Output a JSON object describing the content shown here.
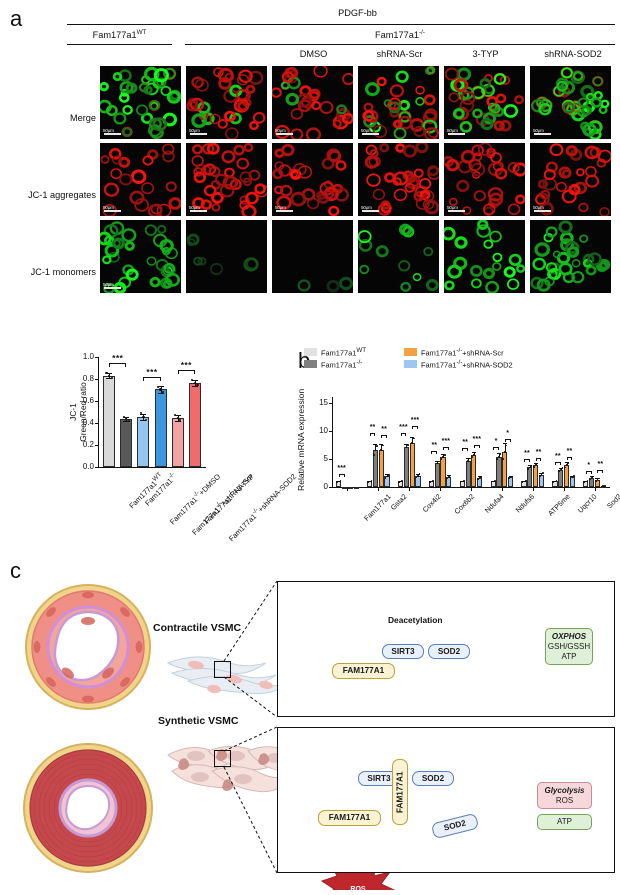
{
  "panels": {
    "a": {
      "letter": "a"
    },
    "b": {
      "letter": "b"
    },
    "c": {
      "letter": "c"
    }
  },
  "panel_a": {
    "top_header": "PDGF-bb",
    "group_headers": [
      {
        "label": "Fam177a1",
        "sup": "WT"
      },
      {
        "label": "Fam177a1",
        "sup": "-/-"
      }
    ],
    "column_labels": [
      "",
      "",
      "DMSO",
      "shRNA-Scr",
      "3-TYP",
      "shRNA-SOD2"
    ],
    "row_labels": [
      "Merge",
      "JC-1 aggregates",
      "JC-1 monomers"
    ],
    "scale_bar_label": "50μm"
  },
  "chart_a": {
    "type": "bar",
    "title": "",
    "ylabel_line1": "JC-1",
    "ylabel_line2": "Green/Red ratio",
    "ylim": [
      0,
      1.0
    ],
    "yticks": [
      "0.0",
      "0.2",
      "0.4",
      "0.6",
      "0.8",
      "1.0"
    ],
    "ytick_values": [
      0.0,
      0.2,
      0.4,
      0.6,
      0.8,
      1.0
    ],
    "categories": [
      "Fam177a1WT",
      "Fam177a1-/-",
      "Fam177a1-/-+DMSO",
      "Fam177a1-/-+shRNA-Scr",
      "Fam177a1-/-+3-TYP",
      "Fam177a1-/-+shRNA-SOD2"
    ],
    "category_labels": [
      {
        "base": "Fam177a1",
        "sup": "WT",
        "tail": ""
      },
      {
        "base": "Fam177a1",
        "sup": "-/-",
        "tail": ""
      },
      {
        "base": "Fam177a1",
        "sup": "-/-",
        "tail": "+DMSO"
      },
      {
        "base": "Fam177a1",
        "sup": "-/-",
        "tail": "+shRNA-Scr"
      },
      {
        "base": "Fam177a1",
        "sup": "-/-",
        "tail": "+3-TYP"
      },
      {
        "base": "Fam177a1",
        "sup": "-/-",
        "tail": "+shRNA-SOD2"
      }
    ],
    "values": [
      0.83,
      0.435,
      0.455,
      0.705,
      0.445,
      0.765
    ],
    "errors": [
      0.025,
      0.02,
      0.03,
      0.028,
      0.03,
      0.03
    ],
    "colors": [
      "#d9d9d9",
      "#595959",
      "#93c6f0",
      "#3d97e0",
      "#f4a3a3",
      "#f26b6b"
    ],
    "points": [
      [
        0.855,
        0.825,
        0.81
      ],
      [
        0.455,
        0.435,
        0.42
      ],
      [
        0.49,
        0.455,
        0.43
      ],
      [
        0.73,
        0.705,
        0.685
      ],
      [
        0.475,
        0.445,
        0.425
      ],
      [
        0.79,
        0.765,
        0.745
      ]
    ],
    "significance": [
      {
        "from": 0,
        "to": 1,
        "label": "***",
        "y": 0.95
      },
      {
        "from": 2,
        "to": 3,
        "label": "***",
        "y": 0.82
      },
      {
        "from": 4,
        "to": 5,
        "label": "***",
        "y": 0.88
      }
    ]
  },
  "chart_b": {
    "type": "bar",
    "ylabel": "Relative mRNA expression",
    "ylim": [
      0,
      16
    ],
    "yticks": [
      "0",
      "5",
      "10",
      "15"
    ],
    "ytick_values": [
      0,
      5,
      10,
      15
    ],
    "legend": [
      {
        "label": "Fam177a1",
        "sup": "WT",
        "tail": "",
        "color": "#e2e2e2"
      },
      {
        "label": "Fam177a1",
        "sup": "-/-",
        "tail": "",
        "color": "#7f7f7f"
      },
      {
        "label": "Fam177a1",
        "sup": "-/-",
        "tail": "+shRNA-Scr",
        "color": "#f5a142"
      },
      {
        "label": "Fam177a1",
        "sup": "-/-",
        "tail": "+shRNA-SOD2",
        "color": "#9dc6f0"
      }
    ],
    "categories": [
      "Fam177a1",
      "Gsta2",
      "Cox4i2",
      "Cox6b2",
      "Ndufa4",
      "Ndufs6",
      "ATP5me",
      "Uqcr10",
      "Sod2"
    ],
    "series": [
      {
        "name": "Fam177a1WT",
        "color": "#e2e2e2",
        "values": [
          1.0,
          1.0,
          1.0,
          1.0,
          1.0,
          1.0,
          1.0,
          1.0,
          1.0
        ]
      },
      {
        "name": "Fam177a1-/-",
        "color": "#7f7f7f",
        "values": [
          0.08,
          6.5,
          7.1,
          4.2,
          4.6,
          5.4,
          3.5,
          3.1,
          1.6
        ]
      },
      {
        "name": "Fam177a1-/-+shRNA-Scr",
        "color": "#f5a142",
        "values": [
          0.08,
          6.6,
          7.8,
          5.3,
          5.7,
          6.2,
          3.9,
          3.9,
          1.3
        ]
      },
      {
        "name": "Fam177a1-/-+shRNA-SOD2",
        "color": "#9dc6f0",
        "values": [
          0.08,
          1.9,
          2.0,
          1.8,
          1.6,
          1.7,
          2.2,
          1.7,
          0.15
        ]
      }
    ],
    "errors": [
      [
        0.12,
        0.12,
        0.12,
        0.12,
        0.12,
        0.12,
        0.12,
        0.12,
        0.12
      ],
      [
        0.04,
        1.1,
        0.55,
        0.45,
        0.6,
        0.6,
        0.35,
        0.3,
        0.35
      ],
      [
        0.04,
        1.0,
        1.1,
        0.5,
        0.55,
        1.6,
        0.4,
        0.55,
        0.3
      ],
      [
        0.04,
        0.35,
        0.4,
        0.35,
        0.3,
        0.25,
        0.35,
        0.3,
        0.06
      ]
    ],
    "significance": [
      {
        "cat": 0,
        "pair": [
          0,
          1
        ],
        "label": "***",
        "y": 2.3
      },
      {
        "cat": 1,
        "pair": [
          0,
          1
        ],
        "label": "**",
        "y": 9.6
      },
      {
        "cat": 1,
        "pair": [
          2,
          3
        ],
        "label": "**",
        "y": 9.2
      },
      {
        "cat": 2,
        "pair": [
          0,
          1
        ],
        "label": "***",
        "y": 9.6
      },
      {
        "cat": 2,
        "pair": [
          2,
          3
        ],
        "label": "***",
        "y": 10.8
      },
      {
        "cat": 3,
        "pair": [
          0,
          1
        ],
        "label": "**",
        "y": 6.4
      },
      {
        "cat": 3,
        "pair": [
          2,
          3
        ],
        "label": "***",
        "y": 7.2
      },
      {
        "cat": 4,
        "pair": [
          0,
          1
        ],
        "label": "**",
        "y": 7.0
      },
      {
        "cat": 4,
        "pair": [
          2,
          3
        ],
        "label": "***",
        "y": 7.4
      },
      {
        "cat": 5,
        "pair": [
          0,
          1
        ],
        "label": "*",
        "y": 7.2
      },
      {
        "cat": 5,
        "pair": [
          2,
          3
        ],
        "label": "*",
        "y": 8.6
      },
      {
        "cat": 6,
        "pair": [
          0,
          1
        ],
        "label": "**",
        "y": 5.0
      },
      {
        "cat": 6,
        "pair": [
          2,
          3
        ],
        "label": "**",
        "y": 5.2
      },
      {
        "cat": 7,
        "pair": [
          0,
          1
        ],
        "label": "**",
        "y": 4.4
      },
      {
        "cat": 7,
        "pair": [
          2,
          3
        ],
        "label": "**",
        "y": 5.4
      },
      {
        "cat": 8,
        "pair": [
          0,
          1
        ],
        "label": "*",
        "y": 2.9
      },
      {
        "cat": 8,
        "pair": [
          2,
          3
        ],
        "label": "**",
        "y": 3.1
      }
    ]
  },
  "panel_c": {
    "top": {
      "vsmc_title": "Contractile VSMC",
      "labels": {
        "deacetylation": "Deacetylation",
        "sirt3": "SIRT3",
        "sod2": "SOD2",
        "fam177a1": "FAM177A1"
      },
      "outcome": {
        "line1": "OXPHOS",
        "line2": "GSH/GSSH",
        "line3": "ATP",
        "arrow": "↑",
        "color": "#dff0d8",
        "border": "#7ba05b"
      }
    },
    "bottom": {
      "vsmc_title": "Synthetic VSMC",
      "labels": {
        "sirt3": "SIRT3",
        "fam177a1_vert": "FAM177A1",
        "fam177a1": "FAM177A1",
        "sod2_a": "SOD2",
        "sod2_b": "SOD2",
        "ros_big": "ROS",
        "ros_small": "ROS",
        "arrow_up": "↑"
      },
      "outcome_top": {
        "line1": "Glycolysis",
        "line2": "ROS",
        "arrow": "↑",
        "color": "#f6d7dc",
        "border": "#c98b95"
      },
      "outcome_bottom": {
        "line1": "ATP",
        "arrow": "↓",
        "color": "#dff0d8",
        "border": "#7ba05b"
      }
    }
  },
  "colors": {
    "grey_light": "#d9d9d9",
    "grey_dark": "#595959",
    "blue_light": "#93c6f0",
    "blue": "#3d97e0",
    "pink": "#f4a3a3",
    "red": "#f26b6b",
    "orange": "#f5a142",
    "axis": "#111111"
  }
}
